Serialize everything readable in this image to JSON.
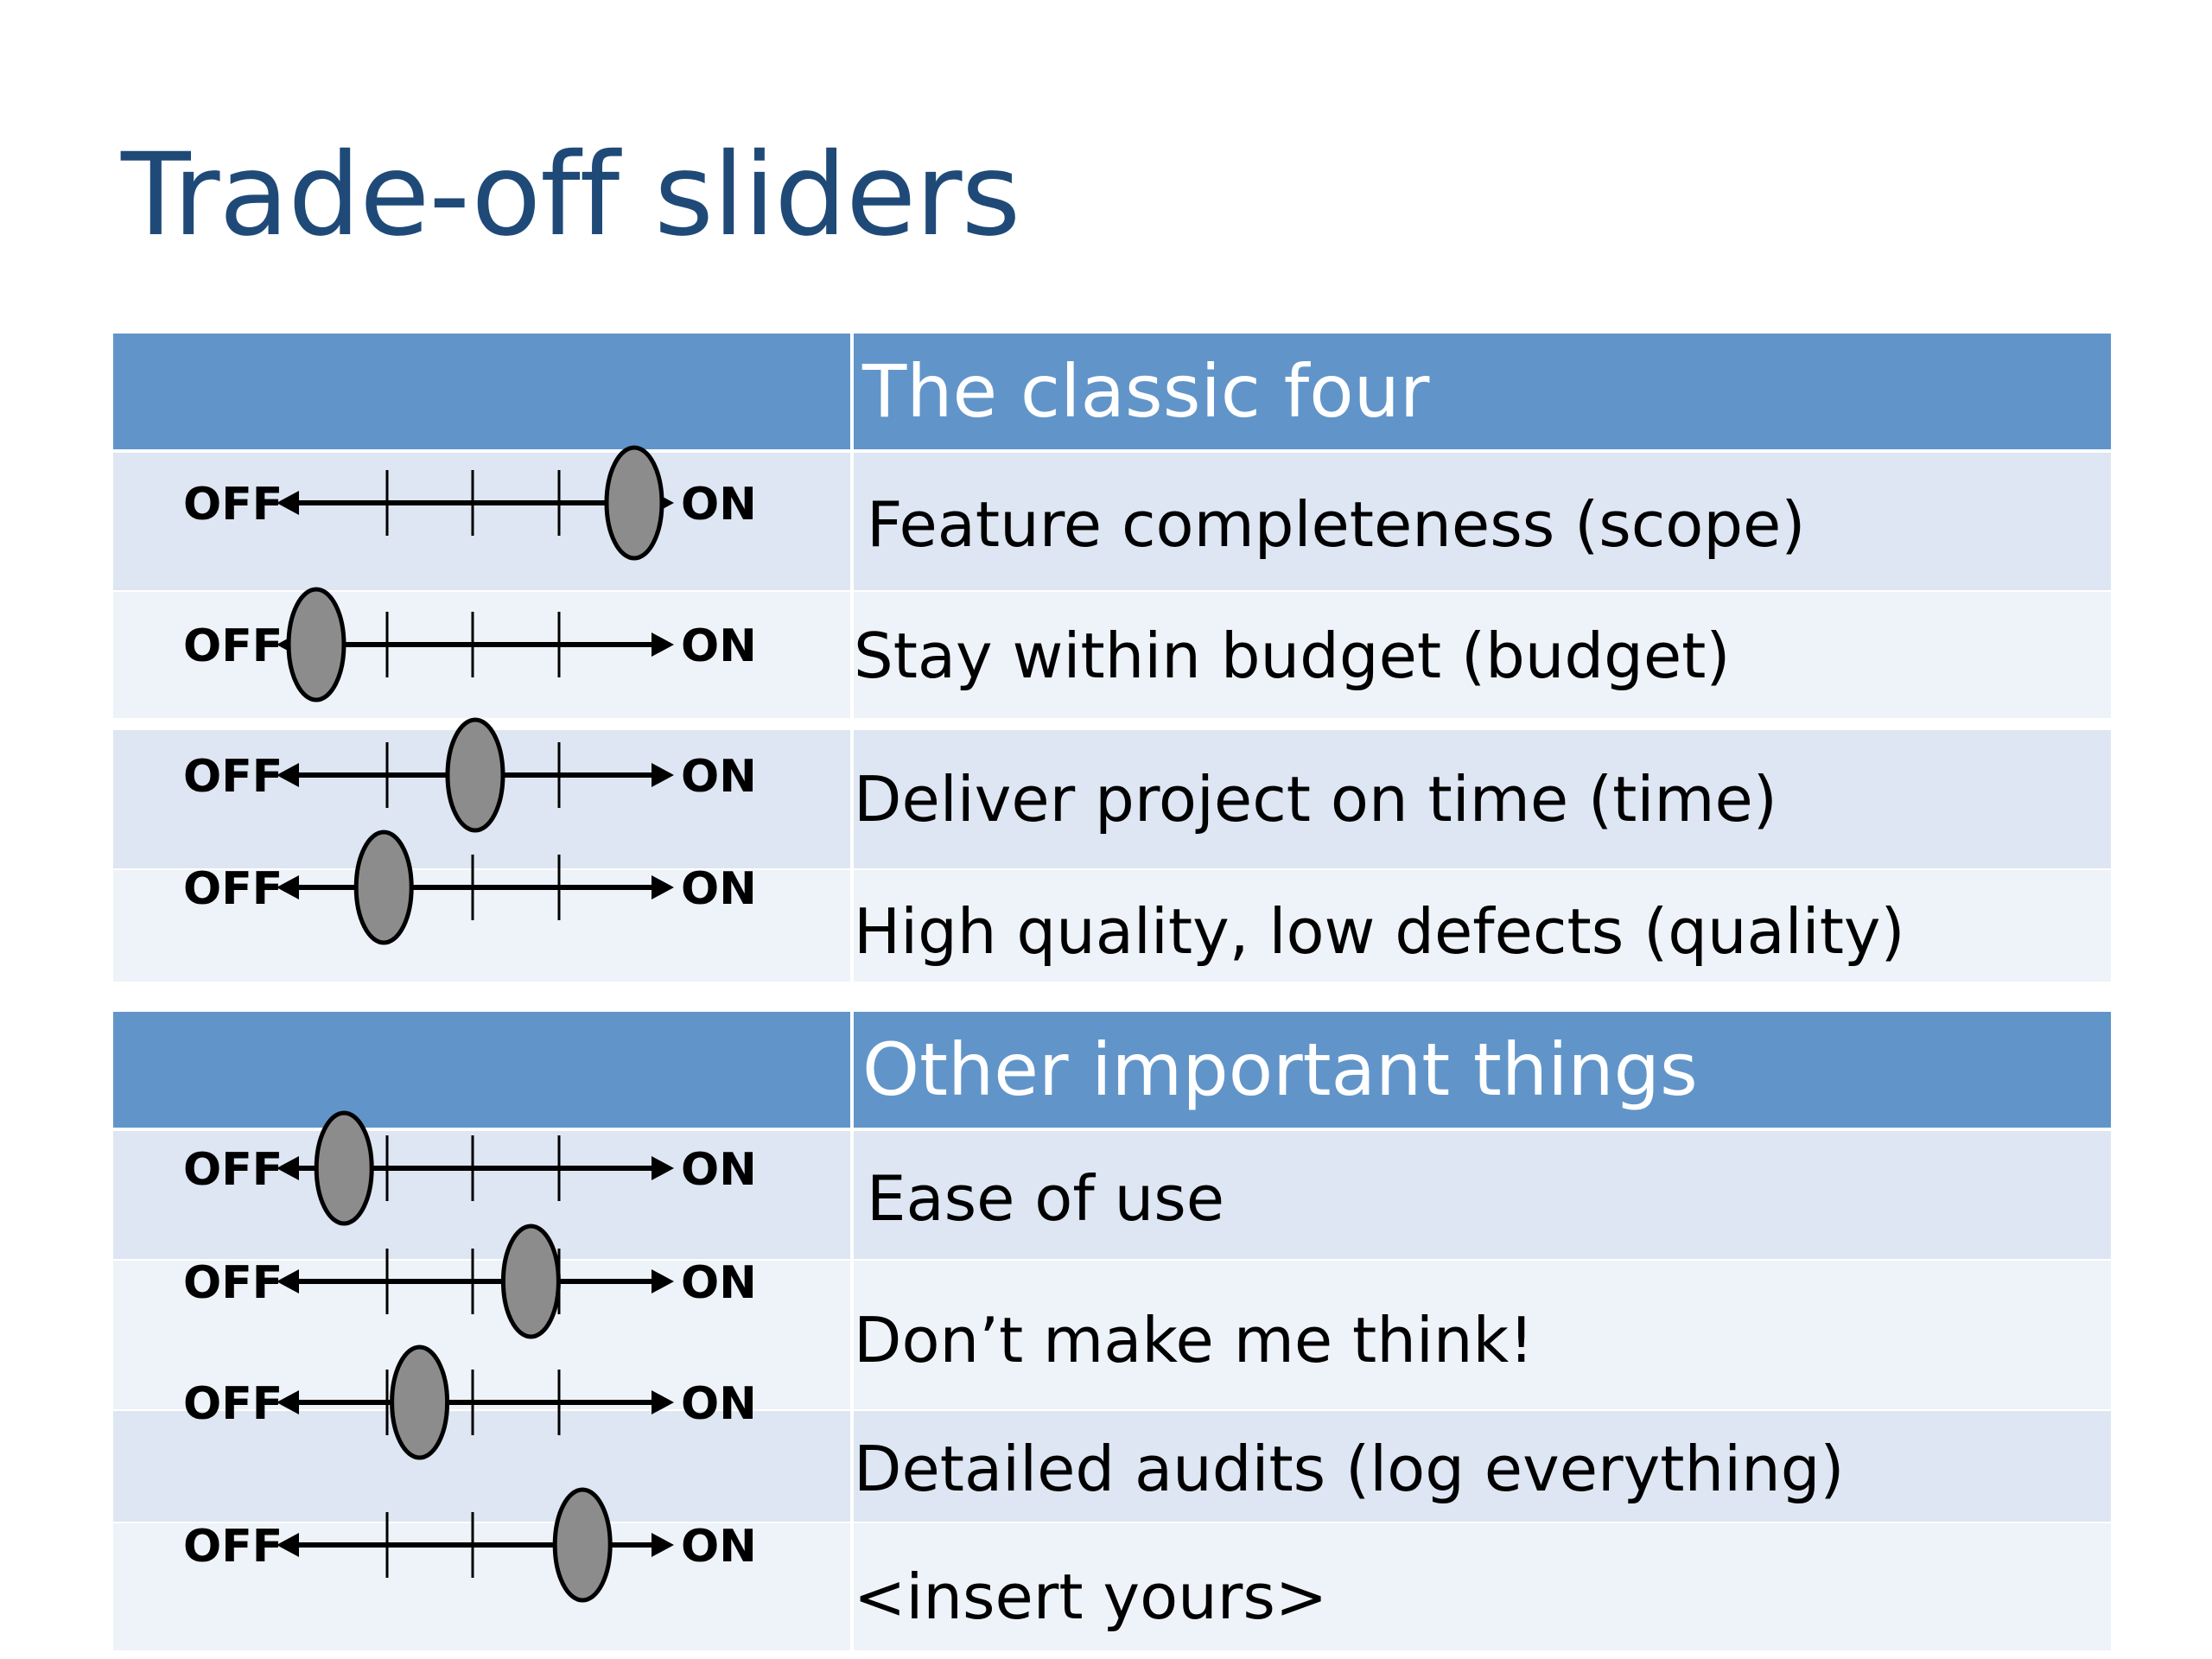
{
  "title": "Trade-off sliders",
  "colors": {
    "title": "#1f4a78",
    "header": "#6195c9",
    "row_dark": "#dde6f2",
    "row_light": "#eef3f9",
    "knob": "#8c8c8c"
  },
  "slider_labels": {
    "off": "OFF",
    "on": "ON"
  },
  "sections": [
    {
      "header": "The classic four",
      "rows": [
        {
          "label": "Feature completeness (scope)",
          "slider_level": 0.9
        },
        {
          "label": "Stay within budget (budget)",
          "slider_level": 0.1
        },
        {
          "label": "Deliver project on time (time)",
          "slider_level": 0.5
        },
        {
          "label": "High quality, low defects (quality)",
          "slider_level": 0.27
        }
      ]
    },
    {
      "header": "Other important things",
      "rows": [
        {
          "label": "Ease of use",
          "slider_level": 0.17
        },
        {
          "label": "Don’t make me think!",
          "slider_level": 0.64
        },
        {
          "label": "Detailed audits (log everything)",
          "slider_level": 0.36
        },
        {
          "label": "<insert yours>",
          "slider_level": 0.77
        }
      ]
    }
  ]
}
